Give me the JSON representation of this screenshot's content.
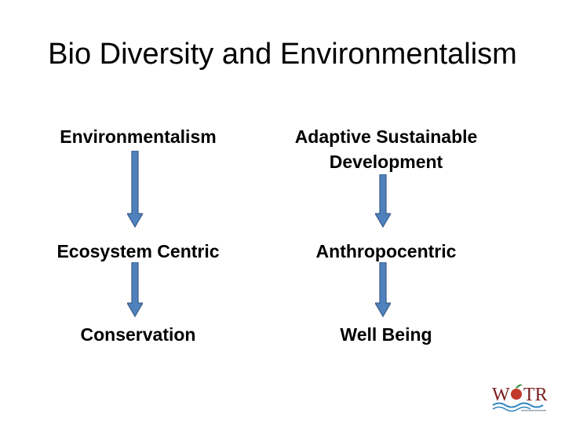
{
  "slide": {
    "title": "Bio Diversity and Environmentalism"
  },
  "diagram": {
    "left_column": [
      {
        "label": "Environmentalism"
      },
      {
        "label": "Ecosystem Centric"
      },
      {
        "label": "Conservation"
      }
    ],
    "right_column": [
      {
        "label": "Adaptive Sustainable\nDevelopment"
      },
      {
        "label": "Anthropocentric"
      },
      {
        "label": "Well Being"
      }
    ],
    "arrow_color": "#4f81bd",
    "arrow_outline": "#385d8a"
  },
  "logo": {
    "text": "WOTR",
    "colors": {
      "text": "#7a1f1f",
      "drop": "#c0392b",
      "wave": "#2e86c1",
      "leaf": "#3f8f3f"
    }
  }
}
